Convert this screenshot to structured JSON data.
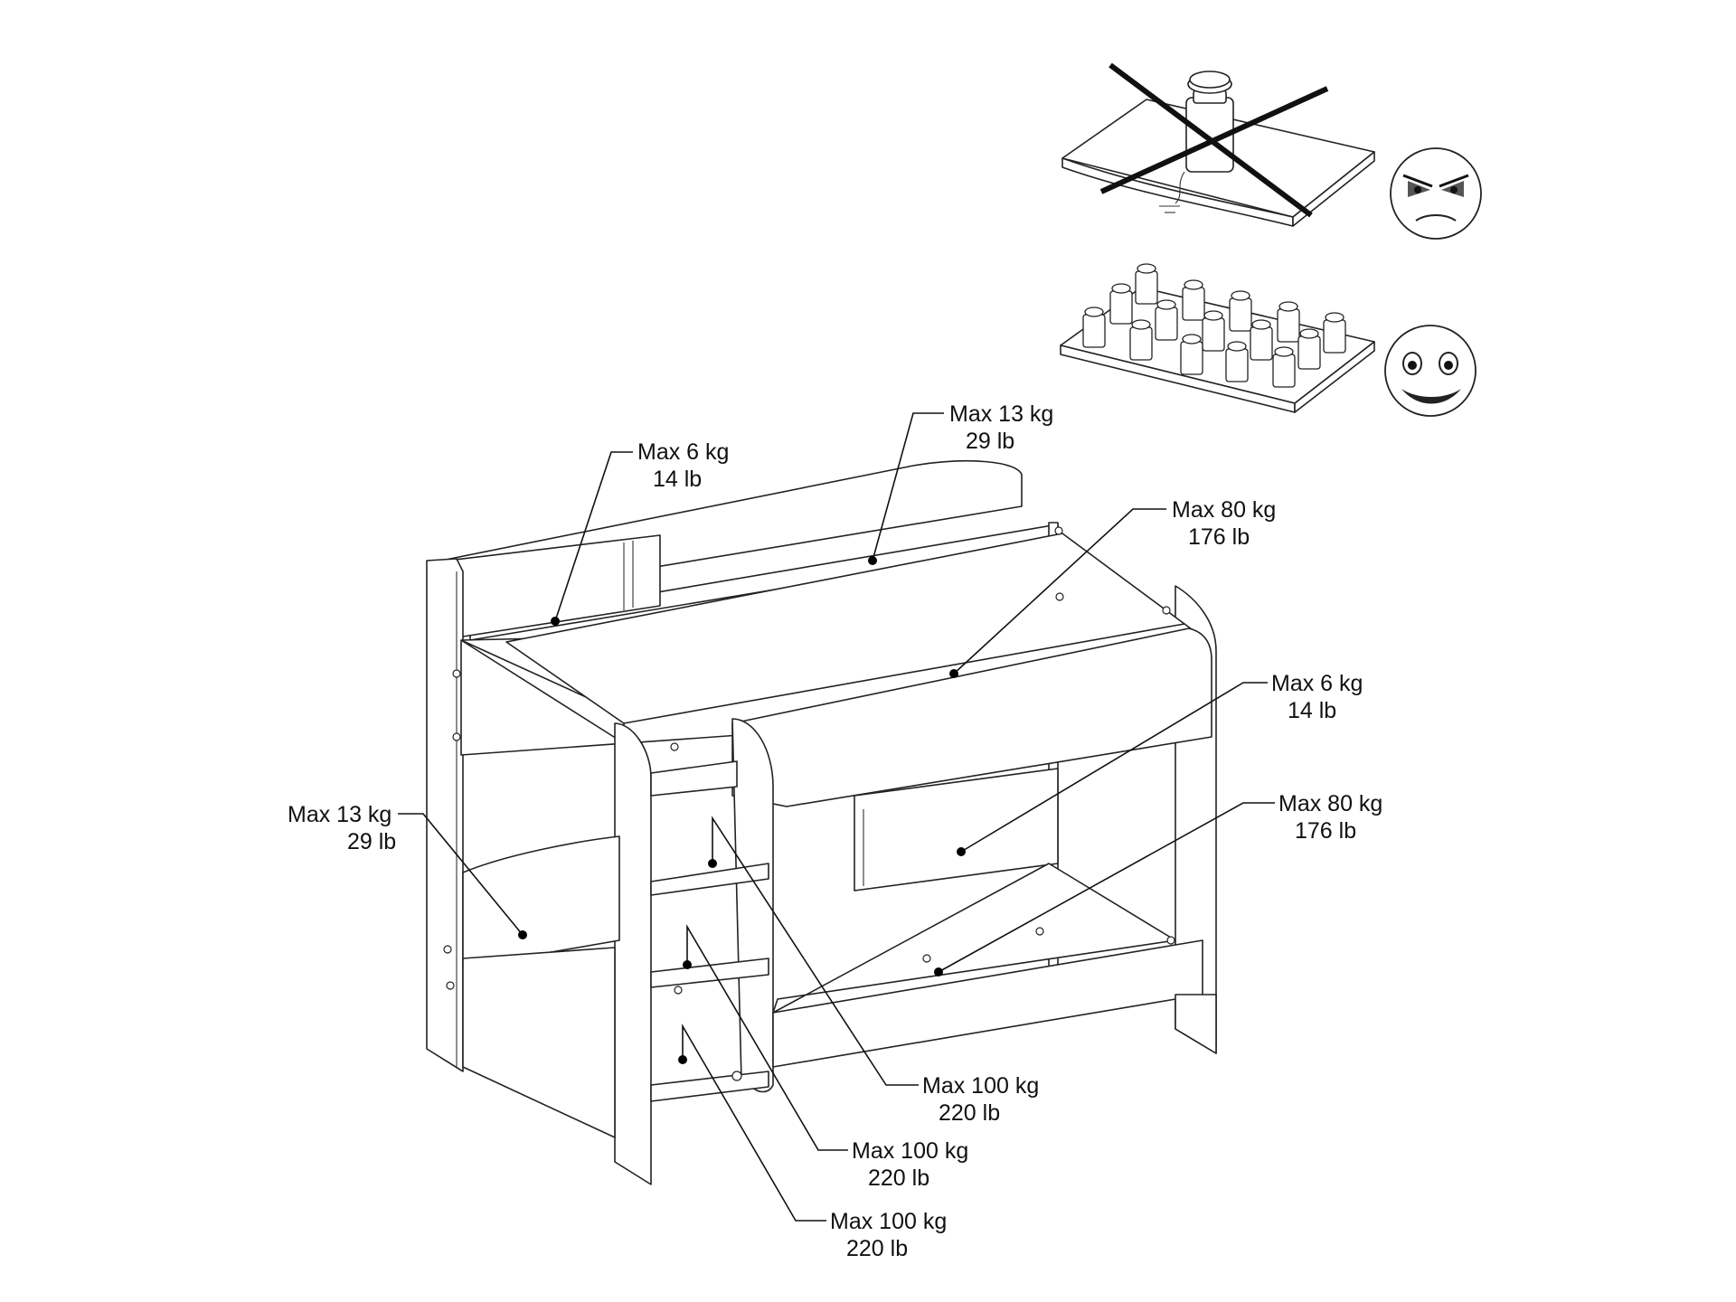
{
  "callouts": [
    {
      "id": "top-shelf-left",
      "kg": "Max 6 kg",
      "lb": "14 lb"
    },
    {
      "id": "top-shelf-center",
      "kg": "Max 13 kg",
      "lb": "29 lb"
    },
    {
      "id": "upper-mattress",
      "kg": "Max 80 kg",
      "lb": "176 lb"
    },
    {
      "id": "middle-shelf",
      "kg": "Max 6 kg",
      "lb": "14 lb"
    },
    {
      "id": "lower-mattress",
      "kg": "Max 80 kg",
      "lb": "176 lb"
    },
    {
      "id": "side-shelf",
      "kg": "Max 13 kg",
      "lb": "29 lb"
    },
    {
      "id": "ladder-step-1",
      "kg": "Max 100 kg",
      "lb": "220 lb"
    },
    {
      "id": "ladder-step-2",
      "kg": "Max 100 kg",
      "lb": "220 lb"
    },
    {
      "id": "ladder-step-3",
      "kg": "Max 100 kg",
      "lb": "220 lb"
    }
  ],
  "icons": {
    "bad_load": "point-load-crossed-icon",
    "angry_face": "angry-face-icon",
    "good_load": "distributed-load-icon",
    "happy_face": "happy-face-icon"
  }
}
